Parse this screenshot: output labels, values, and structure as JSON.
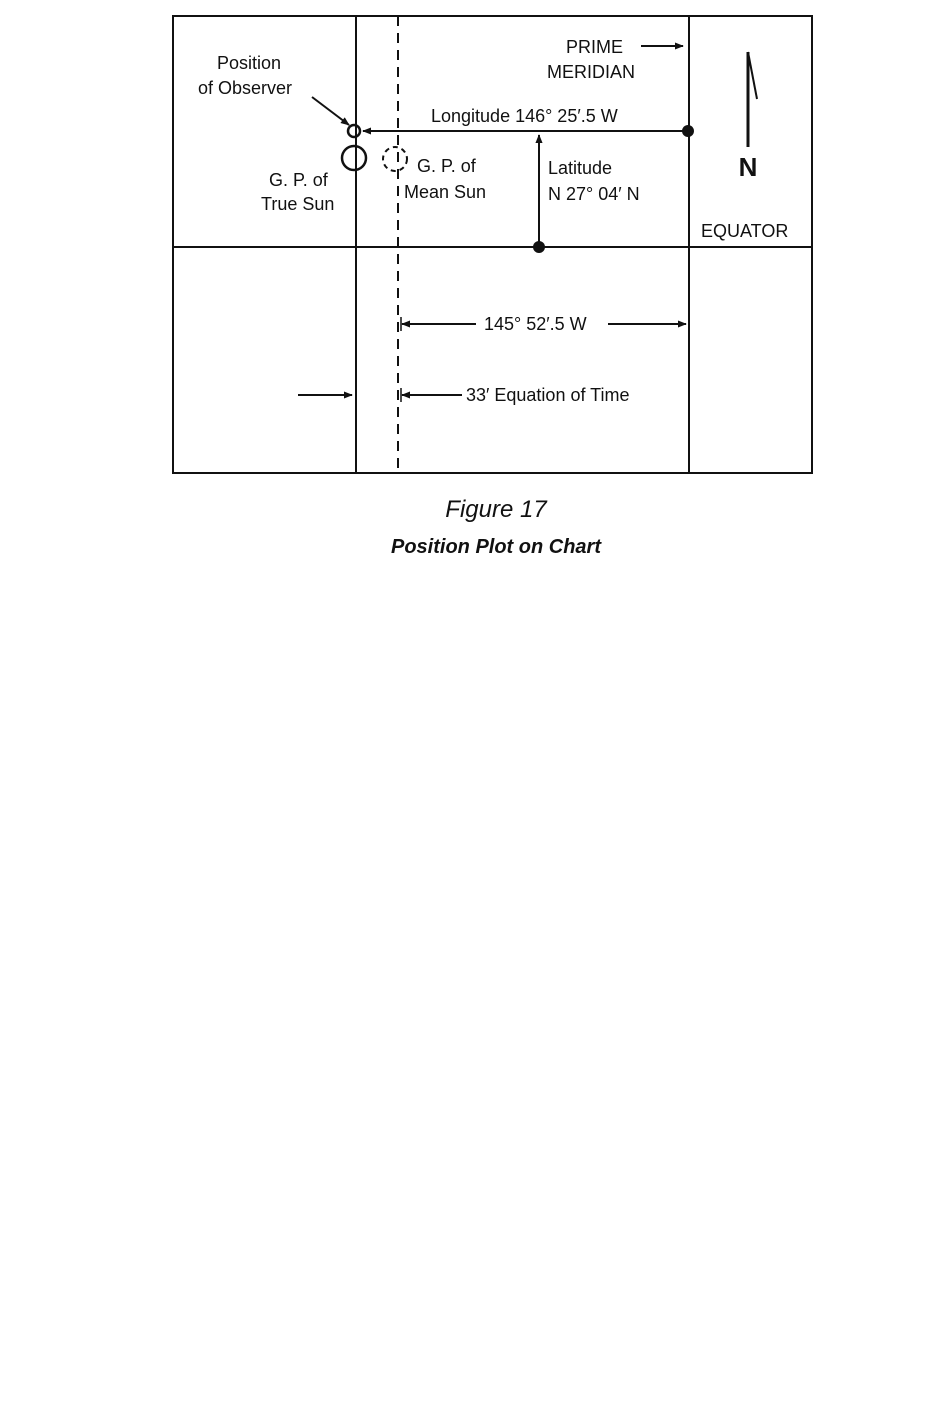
{
  "figure": {
    "labels": {
      "position_of_observer_1": "Position",
      "position_of_observer_2": "of Observer",
      "prime_meridian_1": "PRIME",
      "prime_meridian_2": "MERIDIAN",
      "longitude": "Longitude 146° 25′.5 W",
      "gp_true_sun_1": "G. P. of",
      "gp_true_sun_2": "True Sun",
      "gp_mean_sun_1": "G. P. of",
      "gp_mean_sun_2": "Mean Sun",
      "latitude_1": "Latitude",
      "latitude_2": "N 27°  04′ N",
      "north": "N",
      "equator": "EQUATOR",
      "mean_sun_longitude": "145° 52′.5 W",
      "equation_of_time": "33′ Equation of Time"
    },
    "caption": {
      "title": "Figure 17",
      "subtitle": "Position Plot on Chart"
    }
  }
}
